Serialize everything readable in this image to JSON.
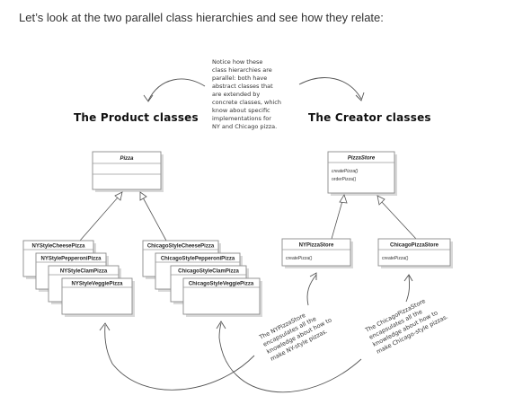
{
  "intro_text": "Let’s look at the two parallel class hierarchies and see how they relate:",
  "headings": {
    "product": "The Product classes",
    "creator": "The Creator classes"
  },
  "note_top": [
    "Notice how these",
    "class hierarchies are",
    "parallel: both have",
    "abstract classes that",
    "are extended by",
    "concrete classes, which",
    "know about specific",
    "implementations for",
    "NY and Chicago pizza."
  ],
  "note_ny": [
    "The NYPizzaStore",
    "encapsulates all the",
    "knowledge about how to",
    "make NY-style pizzas."
  ],
  "note_chicago": [
    "The ChicagoPizzaStore",
    "encapsulates all the",
    "knowledge about how to",
    "make Chicago-style pizzas."
  ],
  "pizza": {
    "name": "Pizza"
  },
  "pizza_store": {
    "name": "PizzaStore",
    "methods": [
      "createPizza()",
      "orderPizza()"
    ]
  },
  "ny_store": {
    "name": "NYPizzaStore",
    "methods": [
      "createPizza()"
    ]
  },
  "chicago_store": {
    "name": "ChicagoPizzaStore",
    "methods": [
      "createPizza()"
    ]
  },
  "ny_pizzas": [
    "NYStyleCheesePizza",
    "NYStylePepperoniPizza",
    "NYStyleClamPizza",
    "NYStyleVeggiePizza"
  ],
  "chicago_pizzas": [
    "ChicagoStyleCheesePizza",
    "ChicagoStylePepperoniPizza",
    "ChicagoStyleClamPizza",
    "ChicagoStyleVeggiePizza"
  ]
}
